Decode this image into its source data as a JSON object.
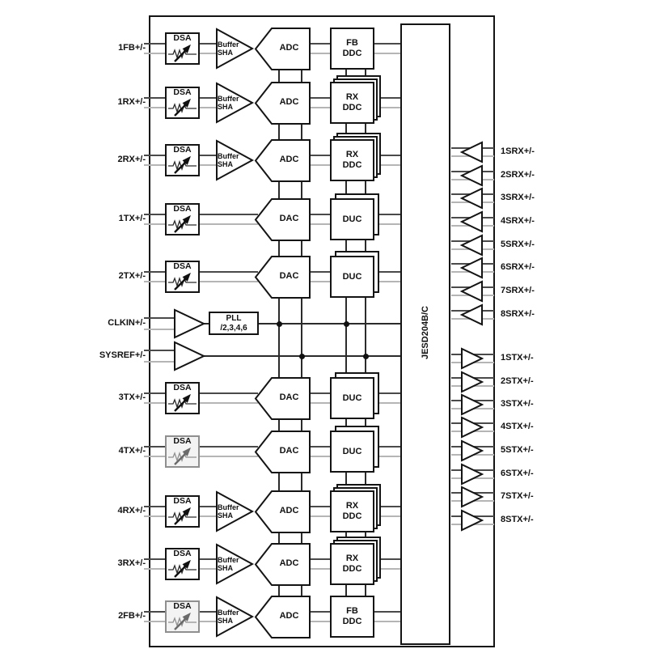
{
  "colors": {
    "ink": "#141414",
    "line_dark": "#4a4a4a",
    "line_gray": "#b5b5b5",
    "clock_line": "#2b2b2b",
    "background": "#ffffff"
  },
  "block_labels": {
    "dsa": "DSA",
    "buffer_line1": "Buffer",
    "buffer_line2": "SHA",
    "jesd": "JESD204B/C",
    "pll_line1": "PLL",
    "pll_line2": "/2,3,4,6"
  },
  "clock_pins": {
    "clkin": "CLKIN+/-",
    "sysref": "SYSREF+/-"
  },
  "rows": [
    {
      "pin": "1FB+/-",
      "kind": "adc",
      "converter": "ADC",
      "dsp": [
        "FB",
        "DDC"
      ],
      "stack": 1,
      "muted": false
    },
    {
      "pin": "1RX+/-",
      "kind": "adc",
      "converter": "ADC",
      "dsp": [
        "RX",
        "DDC"
      ],
      "stack": 3,
      "muted": false
    },
    {
      "pin": "2RX+/-",
      "kind": "adc",
      "converter": "ADC",
      "dsp": [
        "RX",
        "DDC"
      ],
      "stack": 3,
      "muted": false
    },
    {
      "pin": "1TX+/-",
      "kind": "dac",
      "converter": "DAC",
      "dsp": [
        "DUC"
      ],
      "stack": 2,
      "muted": false
    },
    {
      "pin": "2TX+/-",
      "kind": "dac",
      "converter": "DAC",
      "dsp": [
        "DUC"
      ],
      "stack": 2,
      "muted": false
    },
    {
      "pin": "3TX+/-",
      "kind": "dac",
      "converter": "DAC",
      "dsp": [
        "DUC"
      ],
      "stack": 2,
      "muted": false
    },
    {
      "pin": "4TX+/-",
      "kind": "dac",
      "converter": "DAC",
      "dsp": [
        "DUC"
      ],
      "stack": 2,
      "muted": true
    },
    {
      "pin": "4RX+/-",
      "kind": "adc",
      "converter": "ADC",
      "dsp": [
        "RX",
        "DDC"
      ],
      "stack": 3,
      "muted": false
    },
    {
      "pin": "3RX+/-",
      "kind": "adc",
      "converter": "ADC",
      "dsp": [
        "RX",
        "DDC"
      ],
      "stack": 3,
      "muted": false
    },
    {
      "pin": "2FB+/-",
      "kind": "adc",
      "converter": "ADC",
      "dsp": [
        "FB",
        "DDC"
      ],
      "stack": 1,
      "muted": true
    }
  ],
  "serdes_rx_pins": [
    "1SRX+/-",
    "2SRX+/-",
    "3SRX+/-",
    "4SRX+/-",
    "5SRX+/-",
    "6SRX+/-",
    "7SRX+/-",
    "8SRX+/-"
  ],
  "serdes_tx_pins": [
    "1STX+/-",
    "2STX+/-",
    "3STX+/-",
    "4STX+/-",
    "5STX+/-",
    "6STX+/-",
    "7STX+/-",
    "8STX+/-"
  ]
}
